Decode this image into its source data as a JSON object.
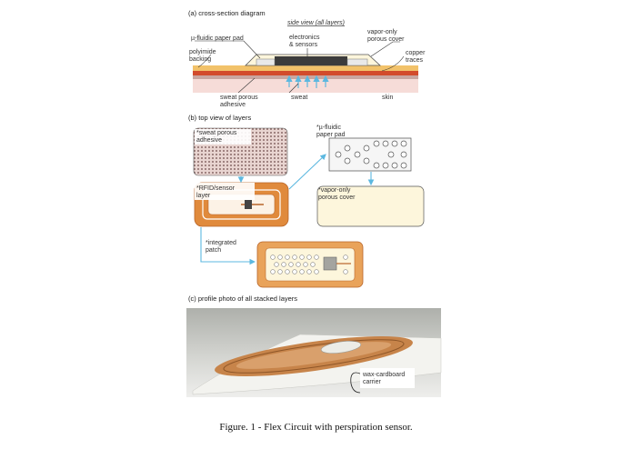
{
  "panel_a": {
    "title": "(a) cross-section diagram",
    "subtitle": "side view (all layers)",
    "labels": {
      "paper_pad": "µ-fluidic paper pad",
      "electronics_1": "electronics",
      "electronics_2": "& sensors",
      "vapor_1": "vapor-only",
      "vapor_2": "porous cover",
      "polyimide_1": "polyimide",
      "polyimide_2": "backing",
      "copper_1": "copper",
      "copper_2": "traces",
      "adhesive_1": "sweat porous",
      "adhesive_2": "adhesive",
      "sweat": "sweat",
      "skin": "skin"
    }
  },
  "panel_b": {
    "title": "(b) top view of layers",
    "labels": {
      "adhesive_1": "*sweat porous",
      "adhesive_2": "adhesive",
      "paper_1": "*µ-fluidic",
      "paper_2": "paper pad",
      "rfid_1": "*RFID/sensor",
      "rfid_2": "layer",
      "vapor_1": "*vapor-only",
      "vapor_2": "porous cover",
      "patch_1": "*integrated",
      "patch_2": "patch"
    }
  },
  "panel_c": {
    "title": "(c) profile photo of all stacked layers",
    "labels": {
      "carrier_1": "wax-cardboard",
      "carrier_2": "carrier"
    }
  },
  "caption": "Figure. 1 - Flex Circuit with perspiration sensor.",
  "colors": {
    "copper": "#e08a3c",
    "copper_dark": "#b8652a",
    "polyimide": "#f2c26a",
    "skin": "#f6dcd8",
    "adhesive": "#c9a6a0",
    "vapor_cover": "#fdf6dc",
    "paper_pad": "#f4f4f4",
    "arrow": "#5cb8e0",
    "sensor_dark": "#444444"
  }
}
